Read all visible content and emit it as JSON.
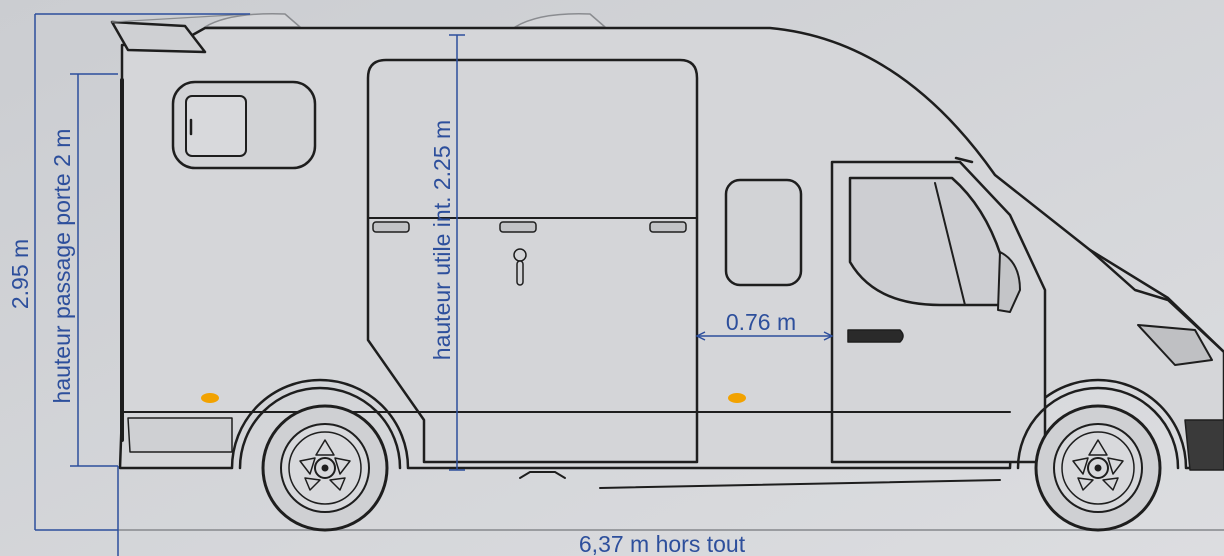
{
  "colors": {
    "background": "#d2d4d8",
    "vehicle_outline": "#1e1e1e",
    "vehicle_body": "#d5d6d9",
    "dimension_line": "#2d4f9c",
    "marker_light": "#f2a200"
  },
  "dimensions": {
    "total_height": "2.95 m",
    "door_passage_height": "hauteur passage porte 2 m",
    "interior_height": "hauteur utile int. 2.25 m",
    "door_width": "0.76 m",
    "overall_length": "6,37 m hors tout"
  }
}
